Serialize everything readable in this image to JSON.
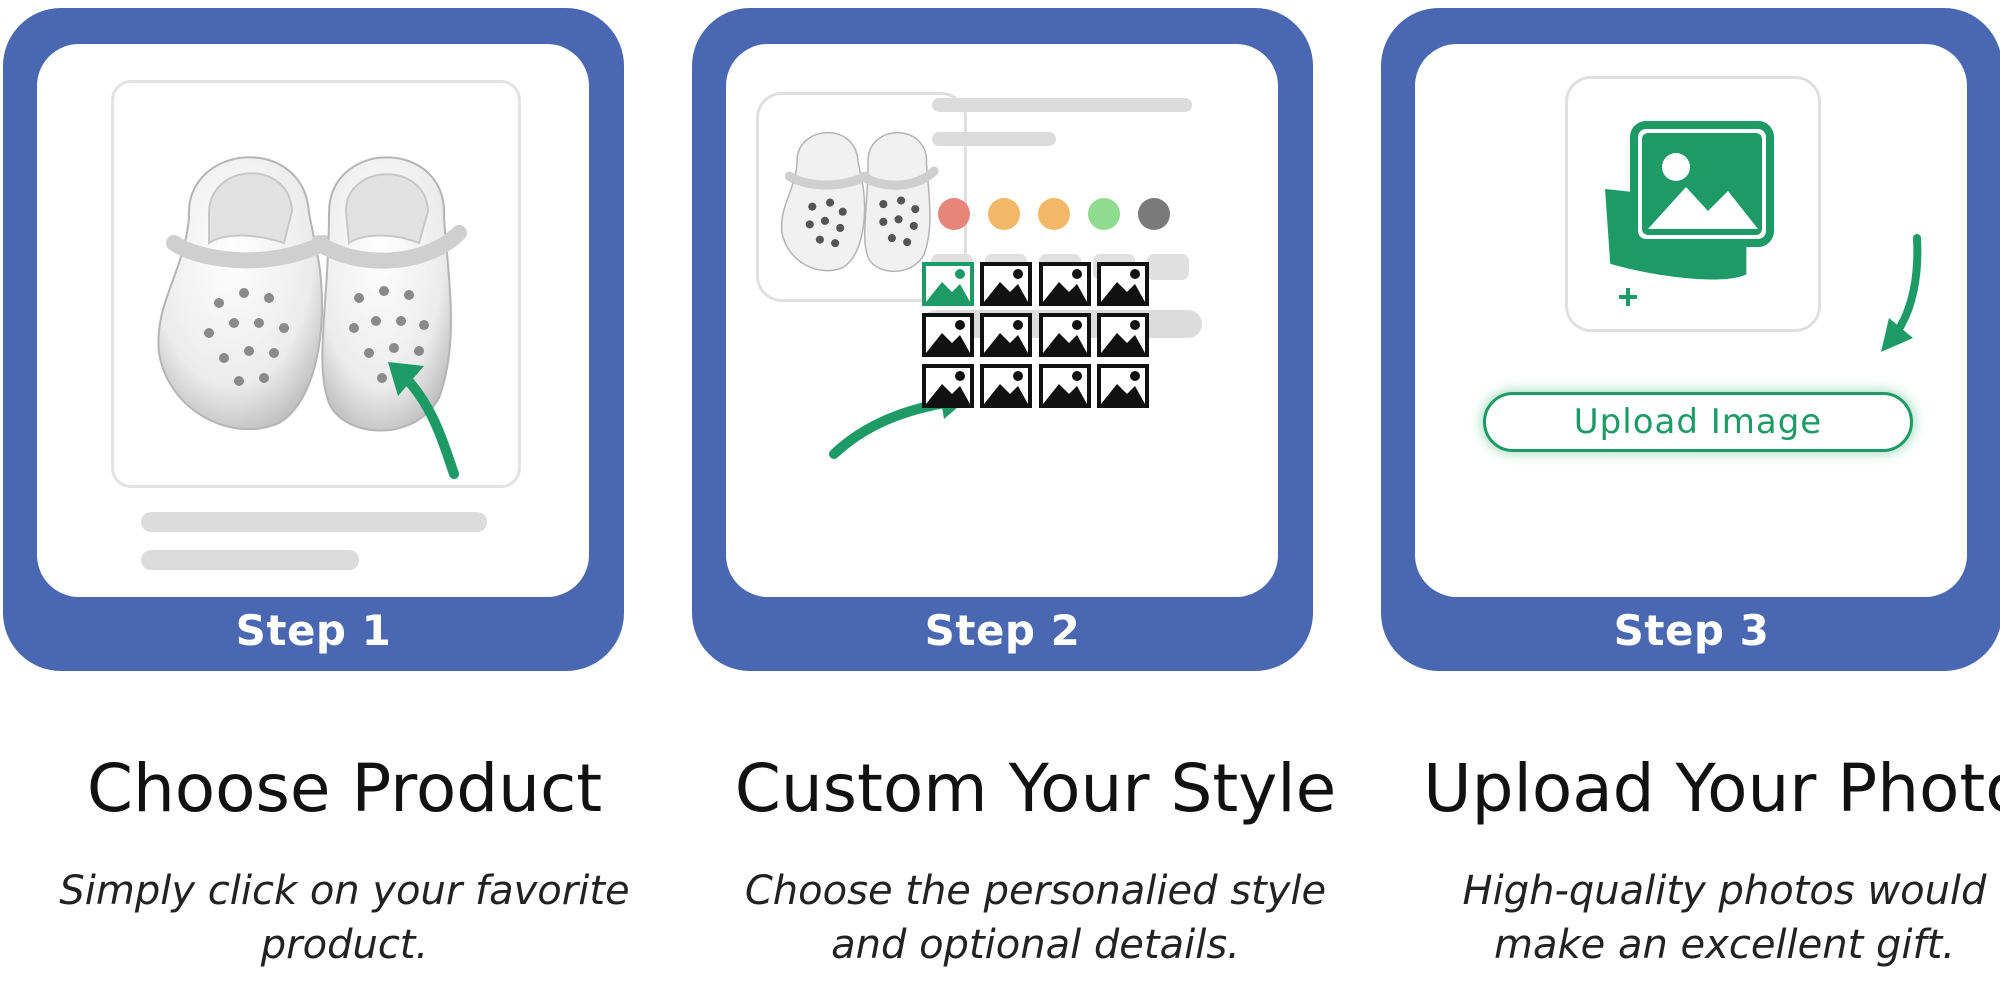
{
  "steps": [
    {
      "label": "Step 1",
      "title": "Choose Product",
      "desc_lines": [
        "Simply click on your favorite",
        "product."
      ]
    },
    {
      "label": "Step 2",
      "title": "Custom Your Style",
      "desc_lines": [
        "Choose the personalied style",
        "and optional details."
      ],
      "color_swatches": [
        "#e8857a",
        "#f2b867",
        "#f2b867",
        "#8fdb8f",
        "#7a7a7a"
      ]
    },
    {
      "label": "Step 3",
      "title": "Upload Your Photo",
      "desc_lines": [
        "High-quality photos would",
        "make an excellent gift."
      ],
      "upload_button": "Upload Image"
    }
  ],
  "colors": {
    "card_blue": "#4a68b1",
    "accent_green": "#1d9a66",
    "placeholder_gray": "#dcdcdc"
  },
  "icons": [
    "clog-shoes-image",
    "green-arrow-icon",
    "image-placeholder-icon",
    "add-photo-icon"
  ]
}
